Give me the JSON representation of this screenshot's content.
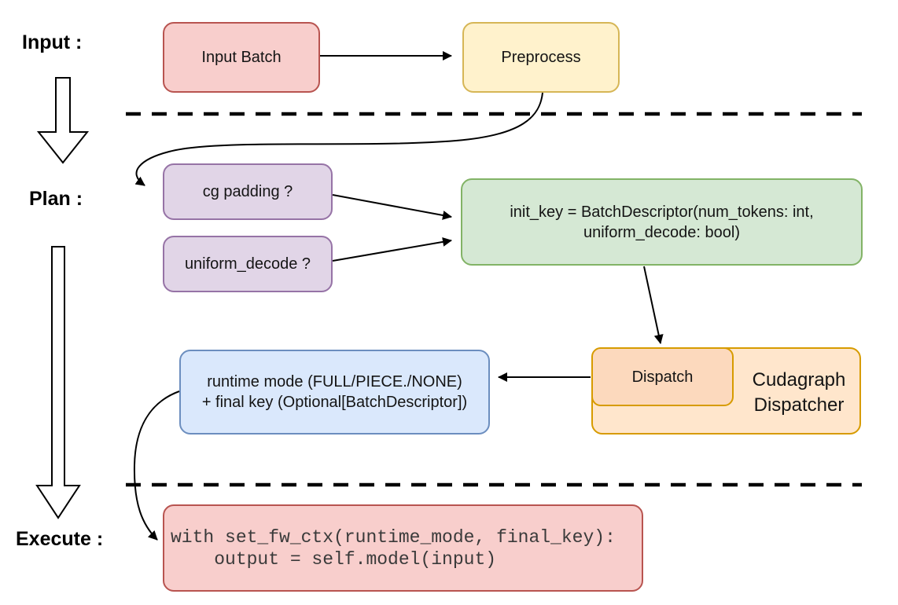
{
  "labels": {
    "input": "Input :",
    "plan": "Plan :",
    "execute": "Execute :"
  },
  "nodes": {
    "input_batch": "Input Batch",
    "preprocess": "Preprocess",
    "cg_padding": "cg padding ?",
    "uniform_decode": "uniform_decode ?",
    "init_key": {
      "line1": "init_key = BatchDescriptor(num_tokens: int,",
      "line2": "uniform_decode: bool)"
    },
    "runtime": {
      "line1": "runtime mode (FULL/PIECE./NONE)",
      "line2": "+ final key (Optional[BatchDescriptor])"
    },
    "dispatch": "Dispatch",
    "dispatcher": {
      "line1": "Cudagraph",
      "line2": "Dispatcher"
    },
    "code": {
      "line1": "with set_fw_ctx(runtime_mode, final_key):",
      "line2": "    output = self.model(input)"
    }
  },
  "palette": {
    "red_fill": "#f8cecc",
    "red_stroke": "#b85450",
    "yellow_fill": "#fff2cc",
    "yellow_stroke": "#d6b656",
    "purple_fill": "#e1d5e7",
    "purple_stroke": "#9673a6",
    "green_fill": "#d5e8d4",
    "green_stroke": "#82b366",
    "blue_fill": "#dae8fc",
    "blue_stroke": "#6c8ebf",
    "orange_fill": "#ffe6cc",
    "orange_stroke": "#d79b00",
    "dispatch_fill": "#fcd9bd",
    "connector_color": "#000000"
  }
}
